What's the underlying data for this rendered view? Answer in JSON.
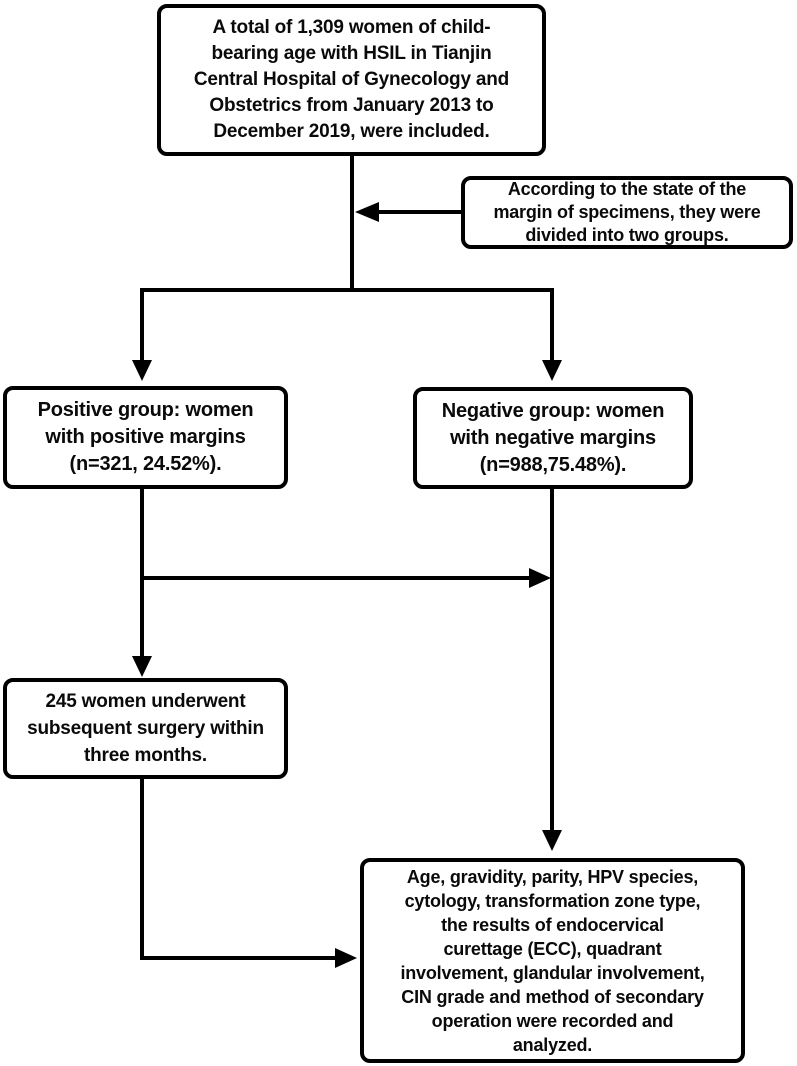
{
  "colors": {
    "line": "#000000",
    "box_border": "#000000",
    "box_background": "#ffffff",
    "page_background": "#ffffff",
    "text": "#0a0a0a"
  },
  "boxes": {
    "total_included": "A total of 1,309 women of child-\nbearing age with HSIL in Tianjin\nCentral Hospital of Gynecology and\nObstetrics from January 2013 to\nDecember 2019, were included.",
    "margin_grouping": "According to the state of the\nmargin of specimens, they were\ndivided into two groups.",
    "positive_group": "Positive group: women\nwith positive margins\n(n=321, 24.52%).",
    "negative_group": "Negative group: women\nwith negative margins\n(n=988,75.48%).",
    "subsequent_surgery": "245 women underwent\nsubsequent surgery within\nthree months.",
    "outcomes_recorded": "Age, gravidity, parity, HPV species,\ncytology, transformation zone type,\nthe results of endocervical\ncurettage (ECC), quadrant\ninvolvement, glandular involvement,\nCIN grade and method of secondary\noperation were recorded and\nanalyzed."
  }
}
